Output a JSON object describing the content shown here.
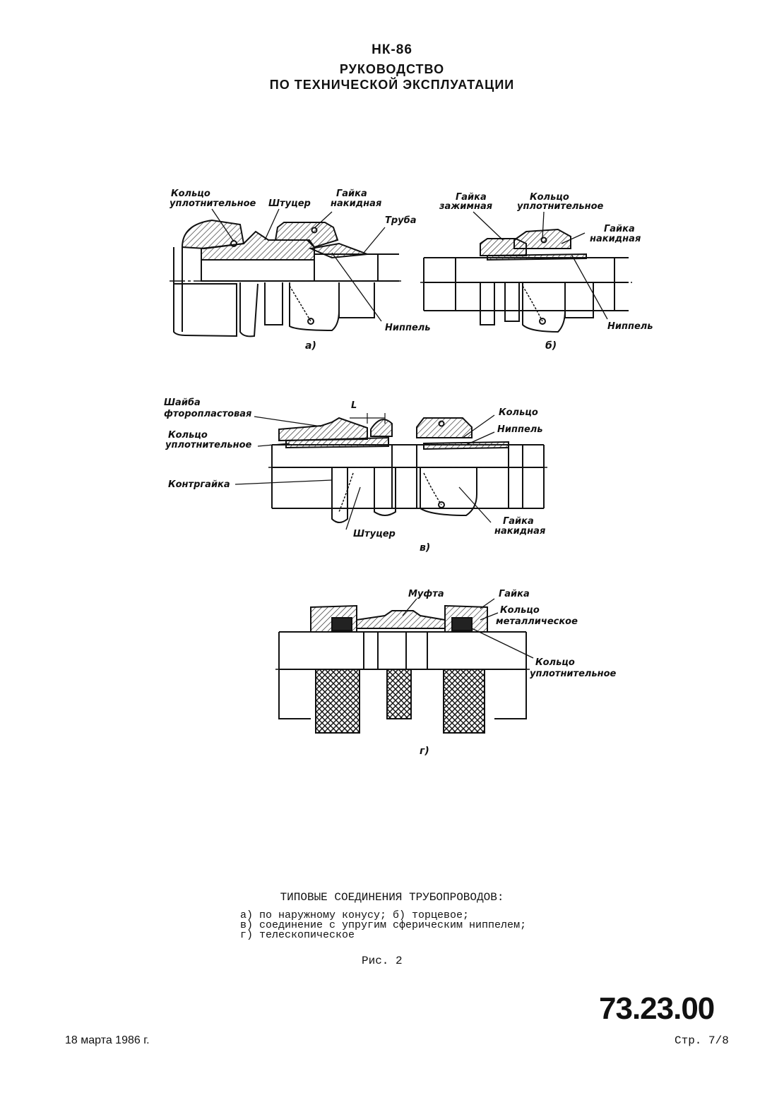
{
  "header": {
    "line1": "НК-86",
    "line2": "РУКОВОДСТВО",
    "line3": "ПО ТЕХНИЧЕСКОЙ ЭКСПЛУАТАЦИИ"
  },
  "figure_a": {
    "labels": {
      "ring1": "Кольцо",
      "ring2": "уплотнительное",
      "fitting": "Штуцер",
      "nut1": "Гайка",
      "nut2": "накидная",
      "pipe": "Труба",
      "nipple": "Ниппель"
    },
    "caption": "а)"
  },
  "figure_b": {
    "labels": {
      "clamp1": "Гайка",
      "clamp2": "зажимная",
      "ring1": "Кольцо",
      "ring2": "уплотнительное",
      "nut1": "Гайка",
      "nut2": "накидная",
      "nipple": "Ниппель"
    },
    "caption": "б)"
  },
  "figure_v": {
    "labels": {
      "washer1": "Шайба",
      "washer2": "фторопластовая",
      "ring1": "Кольцо",
      "ring2": "уплотнительное",
      "locknut": "Контргайка",
      "dim": "L",
      "ring": "Кольцо",
      "nipple": "Ниппель",
      "fitting": "Штуцер",
      "nut1": "Гайка",
      "nut2": "накидная"
    },
    "caption": "в)"
  },
  "figure_g": {
    "labels": {
      "sleeve": "Муфта",
      "nut": "Гайка",
      "metal1": "Кольцо",
      "metal2": "металлическое",
      "seal1": "Кольцо",
      "seal2": "уплотнительное"
    },
    "caption": "г)"
  },
  "caption": {
    "title": "ТИПОВЫЕ СОЕДИНЕНИЯ ТРУБОПРОВОДОВ:",
    "item1": "а) по наружному конусу; б) торцевое;",
    "item2": "в) соединение с упругим сферическим ниппелем;",
    "item3": "г) телескопическое",
    "figure": "Рис. 2"
  },
  "footer": {
    "doc_number": "73.23.00",
    "date": "18 марта 1986 г.",
    "page": "Стр. 7/8"
  }
}
